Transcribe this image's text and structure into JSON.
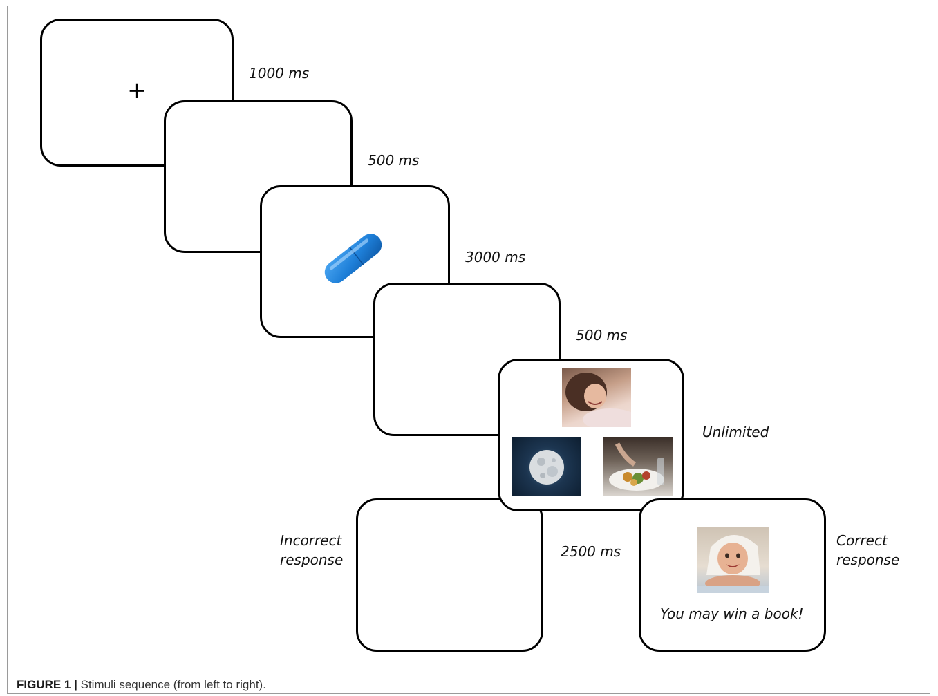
{
  "screens": {
    "fixation": {
      "symbol": "+"
    },
    "feedback": {
      "message": "You may win a book!"
    }
  },
  "timings": {
    "t1": "1000 ms",
    "t2": "500 ms",
    "t3": "3000 ms",
    "t4": "500 ms",
    "t5": "Unlimited",
    "t6": "2500 ms"
  },
  "responses": {
    "incorrect_line1": "Incorrect",
    "incorrect_line2": "response",
    "correct_line1": "Correct",
    "correct_line2": "response"
  },
  "caption": {
    "label": "FIGURE 1 |",
    "text": " Stimuli sequence (from left to right)."
  },
  "icons": [
    "capsule-icon",
    "woman-in-bed-photo",
    "full-moon-photo",
    "dinner-plate-photo",
    "smiling-baby-photo"
  ],
  "colors": {
    "capsule": "#1e7fd8",
    "border": "#000000"
  }
}
